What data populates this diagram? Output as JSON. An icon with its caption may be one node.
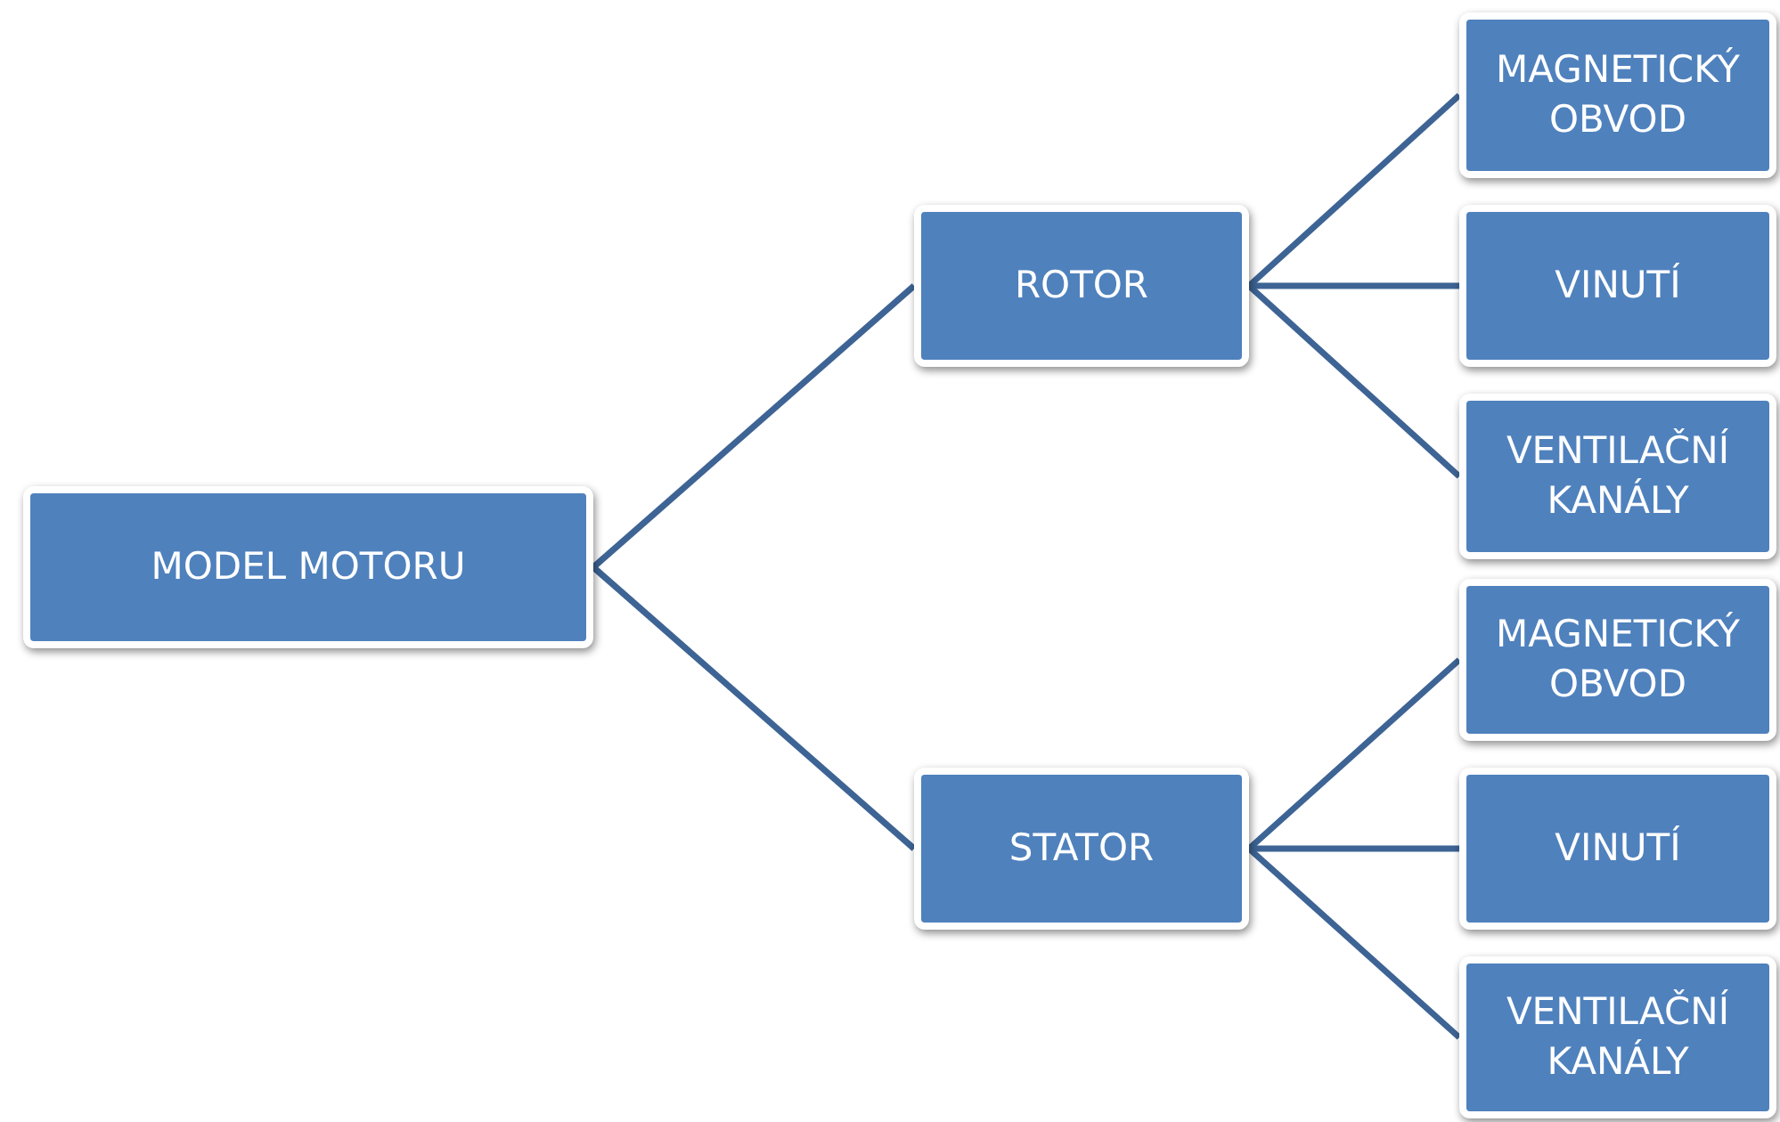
{
  "diagram": {
    "nodes": [
      {
        "text": [
          "MODEL MOTORU"
        ]
      },
      {
        "text": [
          "ROTOR"
        ]
      },
      {
        "text": [
          "STATOR"
        ]
      },
      {
        "text": [
          "MAGNETICKÝ OBVOD"
        ]
      },
      {
        "text": [
          "VINUTÍ"
        ]
      },
      {
        "text": [
          "VENTILAČNÍ KANÁLY"
        ]
      },
      {
        "text": [
          "MAGNETICKÝ OBVOD"
        ]
      },
      {
        "text": [
          "VINUTÍ"
        ]
      },
      {
        "text": [
          "VENTILAČNÍ KANÁLY"
        ]
      }
    ],
    "edges": [
      {
        "from": 0,
        "to": 1,
        "arrow": "none"
      },
      {
        "from": 0,
        "to": 2,
        "arrow": "none"
      },
      {
        "from": 1,
        "to": 3,
        "arrow": "none"
      },
      {
        "from": 1,
        "to": 4,
        "arrow": "none"
      },
      {
        "from": 1,
        "to": 5,
        "arrow": "none"
      },
      {
        "from": 2,
        "to": 6,
        "arrow": "none"
      },
      {
        "from": 2,
        "to": 7,
        "arrow": "none"
      },
      {
        "from": 2,
        "to": 8,
        "arrow": "none"
      }
    ]
  }
}
